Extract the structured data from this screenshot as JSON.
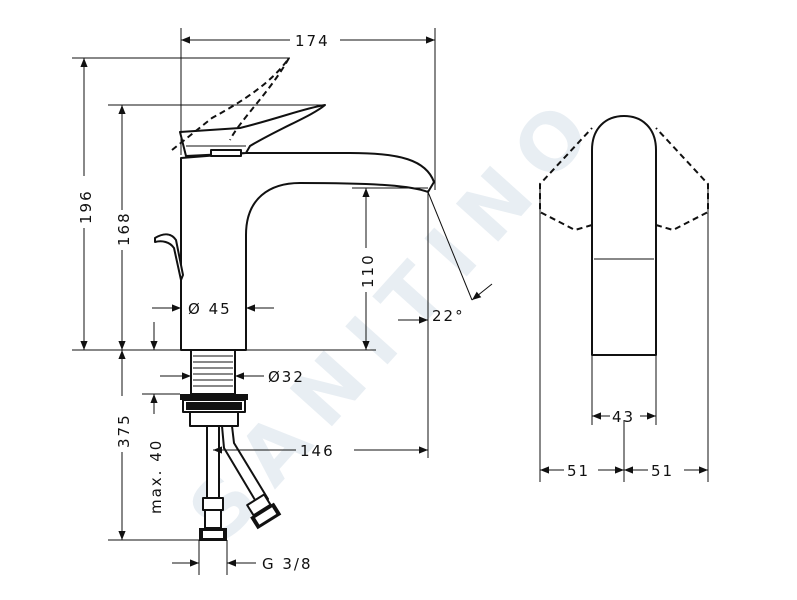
{
  "watermark": {
    "text": "SANITINO"
  },
  "dimensions": {
    "width_total": "174",
    "height_total": "196",
    "height_spout": "168",
    "spout_clearance": "110",
    "body_diameter": "Ø 45",
    "thread_diameter": "Ø32",
    "swivel_angle": "22°",
    "hose_length": "375",
    "max_mount": "max. 40",
    "spout_reach": "146",
    "connection": "G 3/8",
    "lever_width": "43",
    "swing_left": "51",
    "swing_right": "51"
  }
}
